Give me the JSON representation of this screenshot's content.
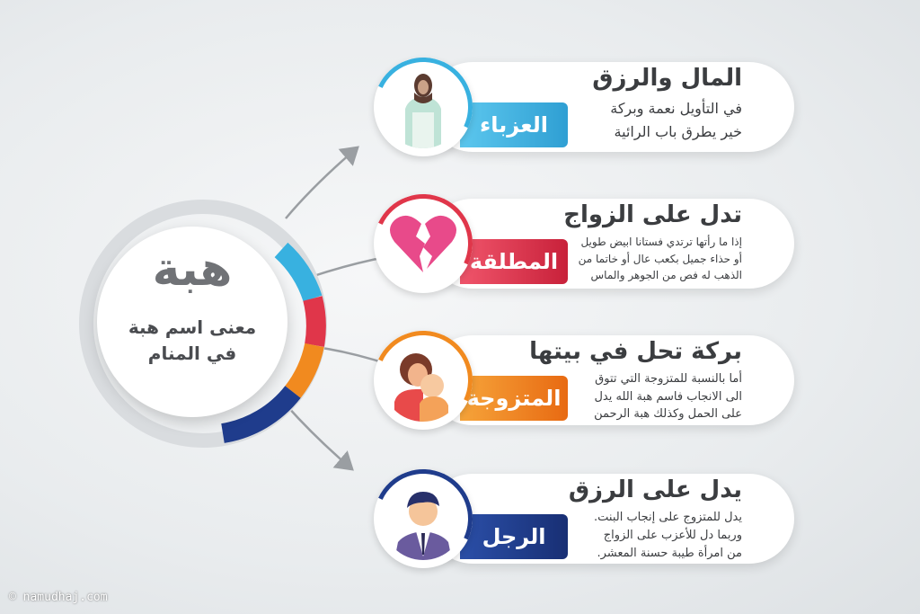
{
  "hub": {
    "title": "هبة",
    "subtitle_line1": "معنى اسم هبة",
    "subtitle_line2": "في المنام"
  },
  "cards": [
    {
      "label": "العزباء",
      "heading": "المال والرزق",
      "desc": [
        "في التأويل نعمة وبركة",
        "خير يطرق باب الرائية"
      ],
      "color": "#38b1e0",
      "icon": "single-woman-icon"
    },
    {
      "label": "المطلقة",
      "heading": "تدل على الزواج",
      "desc": [
        "إذا ما رأتها ترتدي فستانا ابيض طويل",
        "أو حذاء جميل بكعب عال أو خاتما من",
        "الذهب له فص من الجوهر والماس"
      ],
      "color": "#e0364a",
      "icon": "broken-heart-icon"
    },
    {
      "label": "المتزوجة",
      "heading": "بركة تحل في بيتها",
      "desc": [
        "أما بالنسبة للمتزوجة التي تتوق",
        "الى الانجاب فاسم هبة الله يدل",
        "على الحمل وكذلك هبة الرحمن"
      ],
      "color": "#f18a1f",
      "icon": "mother-child-icon"
    },
    {
      "label": "الرجل",
      "heading": "يدل على الرزق",
      "desc": [
        "يدل للمتزوج على إنجاب البنت.",
        "وربما دل للأعزب على الزواج",
        "من امرأة طيبة حسنة المعشر."
      ],
      "color": "#1f3c8c",
      "icon": "man-icon"
    }
  ],
  "footer": {
    "credit": "© namudhaj.com"
  }
}
